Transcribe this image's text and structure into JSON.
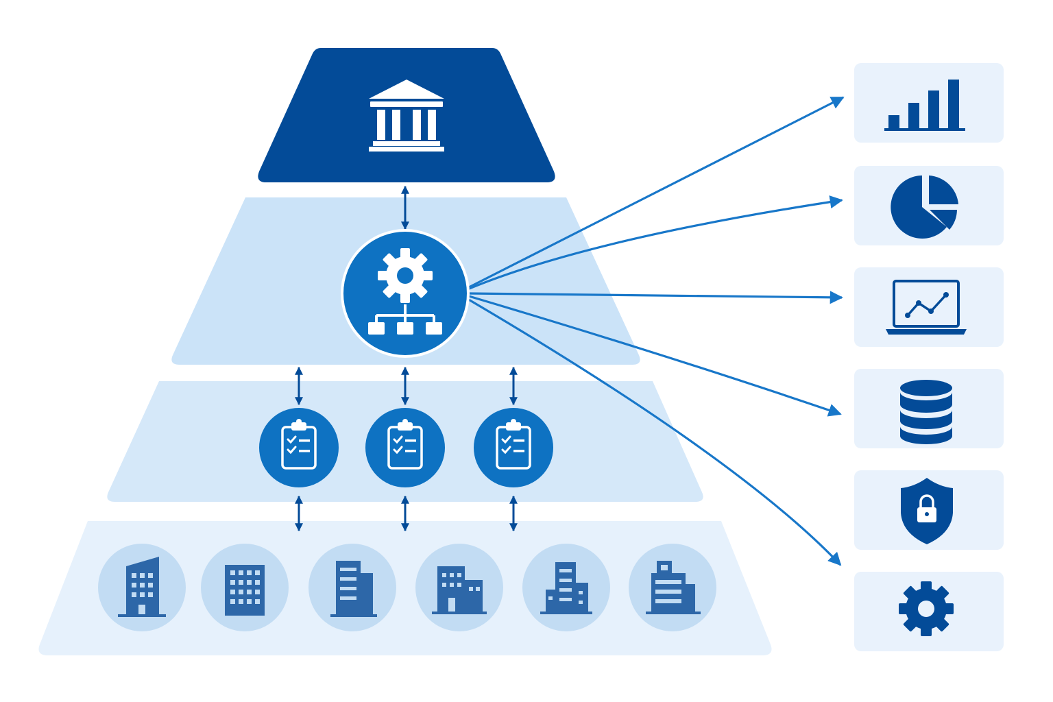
{
  "diagram": {
    "kind": "hierarchical pyramid with outbound function links",
    "tiers": [
      {
        "id": "top",
        "icon": "bank-icon",
        "count": 1
      },
      {
        "id": "middle",
        "icon": "gear-org-chart-icon",
        "count": 1
      },
      {
        "id": "lower",
        "icon": "clipboard-checklist-icon",
        "count": 3
      },
      {
        "id": "base",
        "icon": "office-building-icon",
        "count": 6
      }
    ],
    "side_panel": [
      {
        "icon": "bar-chart-icon"
      },
      {
        "icon": "pie-chart-icon"
      },
      {
        "icon": "laptop-line-chart-icon"
      },
      {
        "icon": "database-icon"
      },
      {
        "icon": "shield-lock-icon"
      },
      {
        "icon": "gear-icon"
      }
    ]
  },
  "colors": {
    "navy": "#034b98",
    "blue": "#0e72c2",
    "arrow": "#1877c9",
    "tier_middle": "#cbe3f8",
    "tier_lower": "#d5e8f9",
    "tier_base": "#e6f1fc",
    "circle_light": "#c2dcf3",
    "building": "#2d67a8",
    "card": "#e9f2fc"
  }
}
